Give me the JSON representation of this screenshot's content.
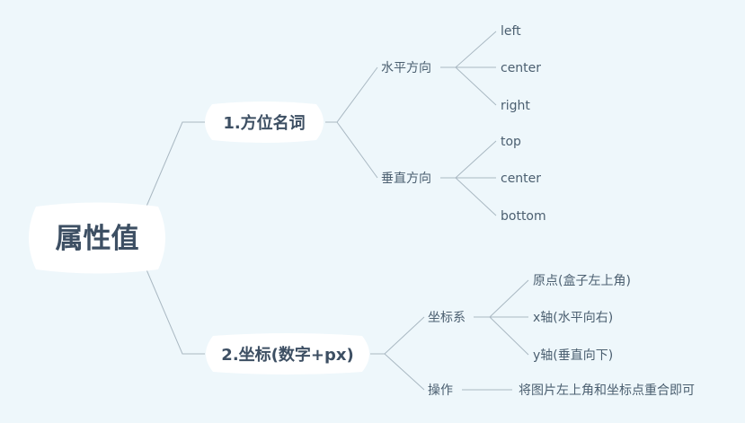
{
  "mindmap": {
    "root": {
      "label": "属性值"
    },
    "branches": [
      {
        "label": "1.方位名词",
        "children": [
          {
            "label": "水平方向",
            "children": [
              {
                "label": "left"
              },
              {
                "label": "center"
              },
              {
                "label": "right"
              }
            ]
          },
          {
            "label": "垂直方向",
            "children": [
              {
                "label": "top"
              },
              {
                "label": "center"
              },
              {
                "label": "bottom"
              }
            ]
          }
        ]
      },
      {
        "label": "2.坐标(数字+px)",
        "children": [
          {
            "label": "坐标系",
            "children": [
              {
                "label": "原点(盒子左上角)"
              },
              {
                "label": "x轴(水平向右)"
              },
              {
                "label": "y轴(垂直向下)"
              }
            ]
          },
          {
            "label": "操作",
            "children": [
              {
                "label": "将图片左上角和坐标点重合即可"
              }
            ]
          }
        ]
      }
    ],
    "colors": {
      "background": "#eef7fb",
      "connector": "#a9b8c2",
      "node_fill": "#ffffff",
      "title_text": "#3d4f63",
      "body_text": "#4b5f70"
    }
  }
}
